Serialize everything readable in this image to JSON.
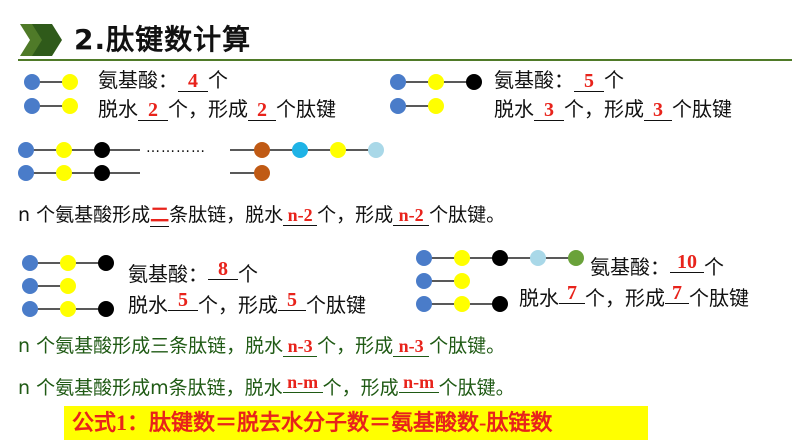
{
  "header": {
    "title": "2.肽键数计算"
  },
  "colors": {
    "accent": "#4f7a28",
    "blue": "#4a7cc9",
    "yellow": "#ffff00",
    "black": "#000000",
    "brown": "#c05a14",
    "cyan": "#1fb3e6",
    "lightblue": "#a9d8e8",
    "green": "#6aa23a",
    "answer": "#e8231b",
    "formula_bg": "#ffff00"
  },
  "ex1": {
    "amino_label": "氨基酸：",
    "amino_ans": "4",
    "amino_suffix": "个",
    "water_label": "脱水",
    "water_ans": "2",
    "water_mid": "个，形成",
    "bond_ans": "2",
    "bond_suffix": "个肽键"
  },
  "ex2": {
    "amino_label": "氨基酸：",
    "amino_ans": "5",
    "amino_suffix": "个",
    "water_label": "脱水",
    "water_ans": "3",
    "water_mid": "个，形成",
    "bond_ans": "3",
    "bond_suffix": "个肽键"
  },
  "ex3": {
    "dots": "…………",
    "sentence_pre": "n 个氨基酸形成",
    "chain_ans": "二",
    "sentence_mid": "条肽链，脱水",
    "water_ans": "n-2",
    "sentence_mid2": "个，形成",
    "bond_ans": "n-2",
    "sentence_suffix": "个肽键。"
  },
  "ex4": {
    "amino_label": "氨基酸：",
    "amino_ans": "8",
    "amino_suffix": "个",
    "water_label": "脱水",
    "water_ans": "5",
    "water_mid": "个，形成",
    "bond_ans": "5",
    "bond_suffix": "个肽键"
  },
  "ex5": {
    "amino_label": "氨基酸：",
    "amino_ans": "10",
    "amino_suffix": "个",
    "water_label": "脱水",
    "water_ans": "7",
    "water_mid": "个，形成",
    "bond_ans": "7",
    "bond_suffix": "个肽键"
  },
  "ex6": {
    "sentence_pre": "n 个氨基酸形成三条肽链，脱水",
    "water_ans": "n-3",
    "sentence_mid": "个，形成",
    "bond_ans": "n-3",
    "sentence_suffix": "个肽键。"
  },
  "ex7": {
    "sentence_pre": "n 个氨基酸形成m条肽链，脱水",
    "water_ans": "n-m",
    "sentence_mid": "个，形成",
    "bond_ans": "n-m",
    "sentence_suffix": "个肽键。"
  },
  "formula": {
    "text": "公式1：肽键数＝脱去水分子数＝氨基酸数-肽链数"
  }
}
